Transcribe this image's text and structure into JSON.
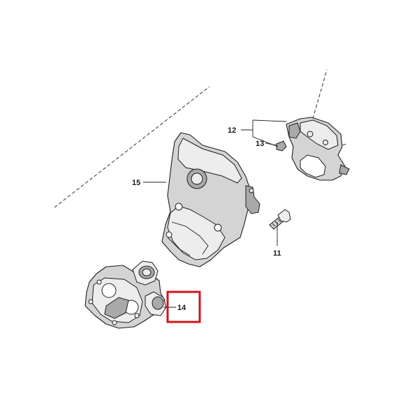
{
  "callouts": {
    "c11": "11",
    "c12": "12",
    "c13": "13",
    "c14": "14",
    "c15": "15"
  },
  "highlight": {
    "callout": "14",
    "color": "#d0141b"
  }
}
